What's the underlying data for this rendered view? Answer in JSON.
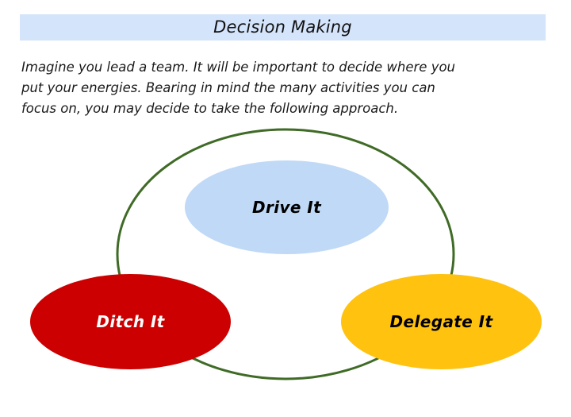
{
  "slide": {
    "title": "Decision Making",
    "title_banner_color": "#d4e4fb",
    "background_color": "#ffffff",
    "body": {
      "line1": "Imagine you lead a team. It will be important to decide where you",
      "line2": "put your energies. Bearing in mind the many activities you can",
      "line3": "focus on, you may decide to take the following approach."
    },
    "diagram": {
      "ring_color": "#3f6b26",
      "nodes": [
        {
          "id": "drive",
          "label": "Drive It",
          "fill": "#bfd9f7",
          "text_color": "#000000"
        },
        {
          "id": "ditch",
          "label": "Ditch It",
          "fill": "#cc0000",
          "text_color": "#ffffff"
        },
        {
          "id": "delegate",
          "label": "Delegate It",
          "fill": "#ffc20e",
          "text_color": "#000000"
        }
      ]
    }
  }
}
